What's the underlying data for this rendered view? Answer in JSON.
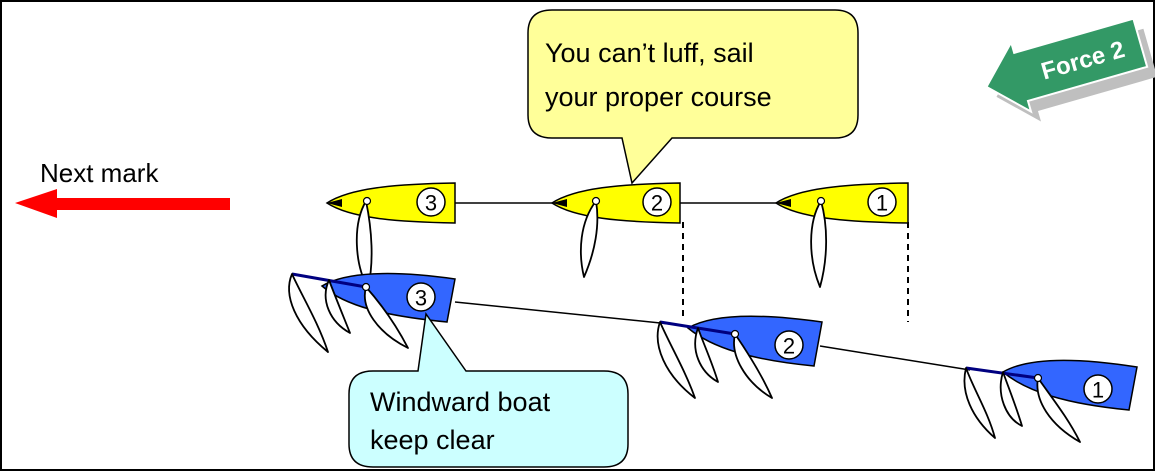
{
  "diagram": {
    "wind_label": "Force 2",
    "next_mark_label": "Next mark",
    "callout_leeward": [
      "You can’t luff, sail",
      "your proper course"
    ],
    "callout_windward": [
      "Windward boat",
      "keep clear"
    ],
    "yellow_boat_numbers": [
      "3",
      "2",
      "1"
    ],
    "blue_boat_numbers": [
      "3",
      "2",
      "1"
    ],
    "colors": {
      "leeward_boat": "#ffff00",
      "windward_boat": "#3366ff",
      "callout_leeward_fill": "#ffff99",
      "callout_windward_fill": "#ccffff",
      "wind_arrow": "#339966",
      "next_mark_arrow": "#ff0000"
    }
  }
}
